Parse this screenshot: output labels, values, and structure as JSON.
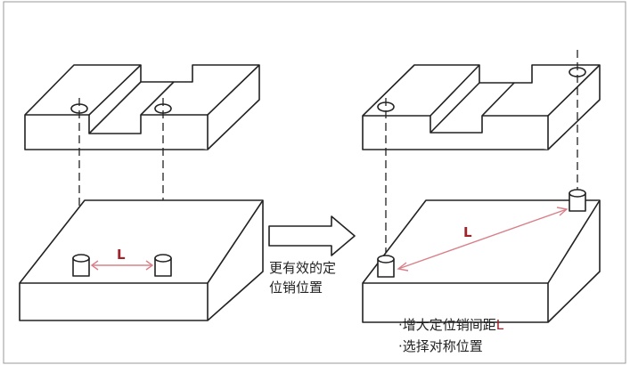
{
  "left_panel": {
    "distance_label": "L"
  },
  "arrow_caption": {
    "line1": "更有效的定",
    "line2": "位销位置"
  },
  "right_panel": {
    "distance_label": "L"
  },
  "bullets": [
    {
      "text": "·增大定位销间距",
      "suffix": "L"
    },
    {
      "text": "·选择对称位置"
    }
  ],
  "colors": {
    "accent": "#a0222a",
    "measure_line": "#d9808a",
    "stroke": "#222222"
  }
}
